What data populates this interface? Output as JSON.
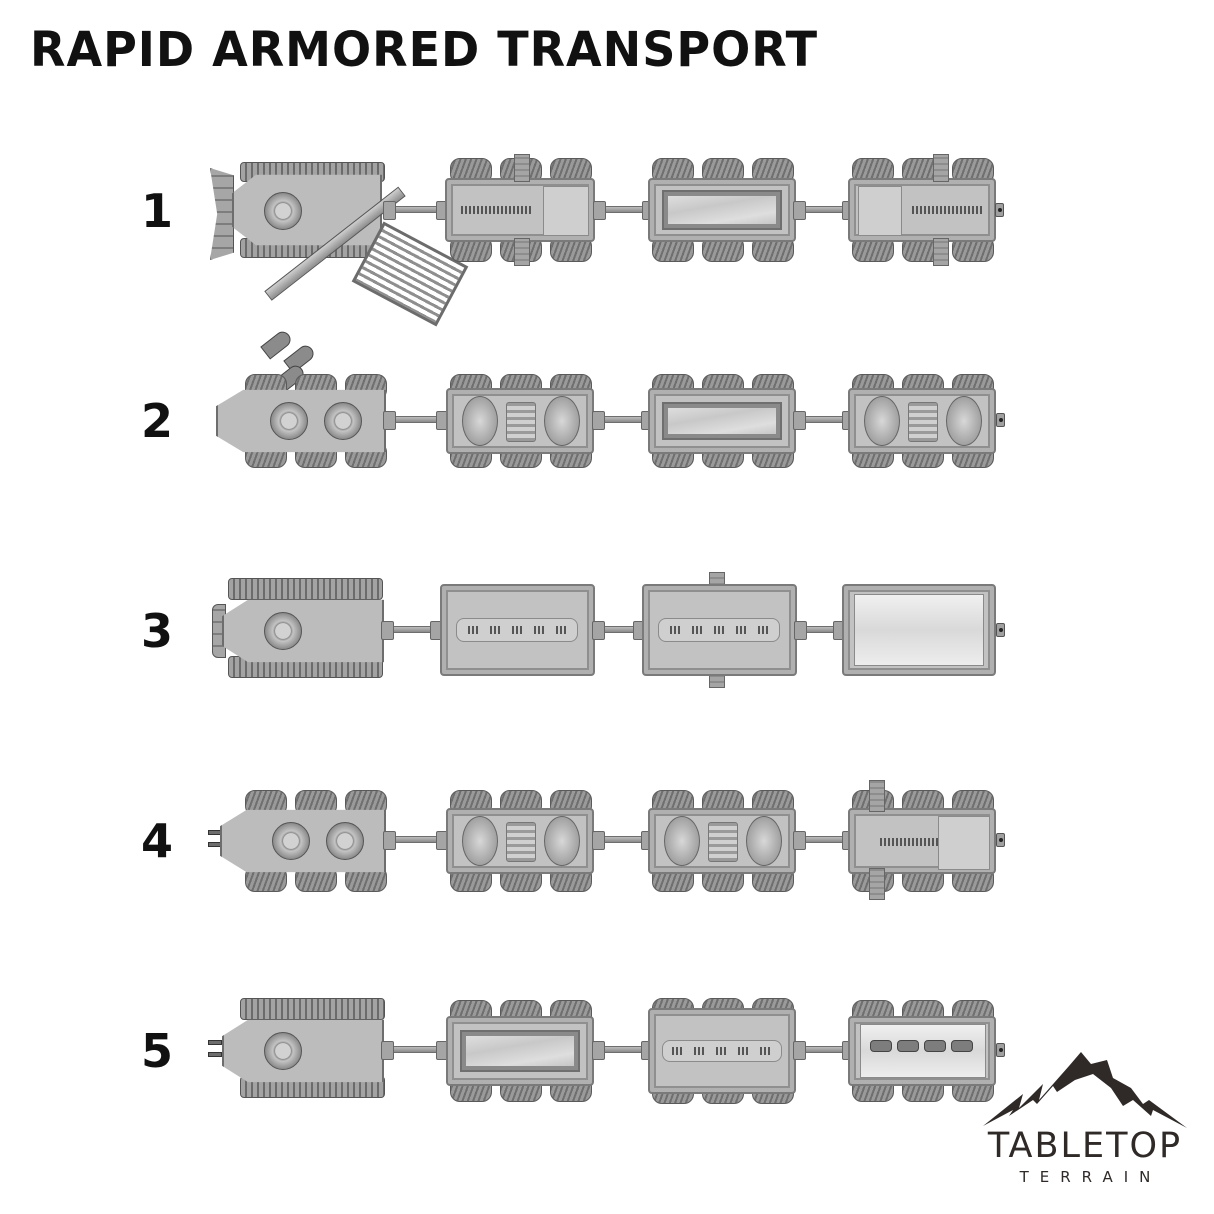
{
  "title": "RAPID ARMORED TRANSPORT",
  "configurations": [
    {
      "number": "1",
      "engine": "crane-engine-with-plow",
      "cars": [
        "assault-deck-car",
        "cargo-tarp-car",
        "assault-deck-car"
      ]
    },
    {
      "number": "2",
      "engine": "wheeled-engine",
      "cars": [
        "twin-turret-car",
        "cargo-tarp-car",
        "rotary-turret-car"
      ]
    },
    {
      "number": "3",
      "engine": "tracked-turret-engine",
      "cars": [
        "armored-troop-car",
        "armored-troop-car-with-ramps",
        "glass-roof-car"
      ]
    },
    {
      "number": "4",
      "engine": "wheeled-engine-twin-guns",
      "cars": [
        "rotary-turret-car",
        "twin-turret-car",
        "assault-deck-car"
      ]
    },
    {
      "number": "5",
      "engine": "tracked-turret-engine-twin-guns",
      "cars": [
        "cargo-tarp-car",
        "armored-troop-car",
        "glass-roof-car"
      ]
    }
  ],
  "logo": {
    "brand": "TABLETOP",
    "sub": "TERRAIN",
    "color": "#2f2a28"
  }
}
